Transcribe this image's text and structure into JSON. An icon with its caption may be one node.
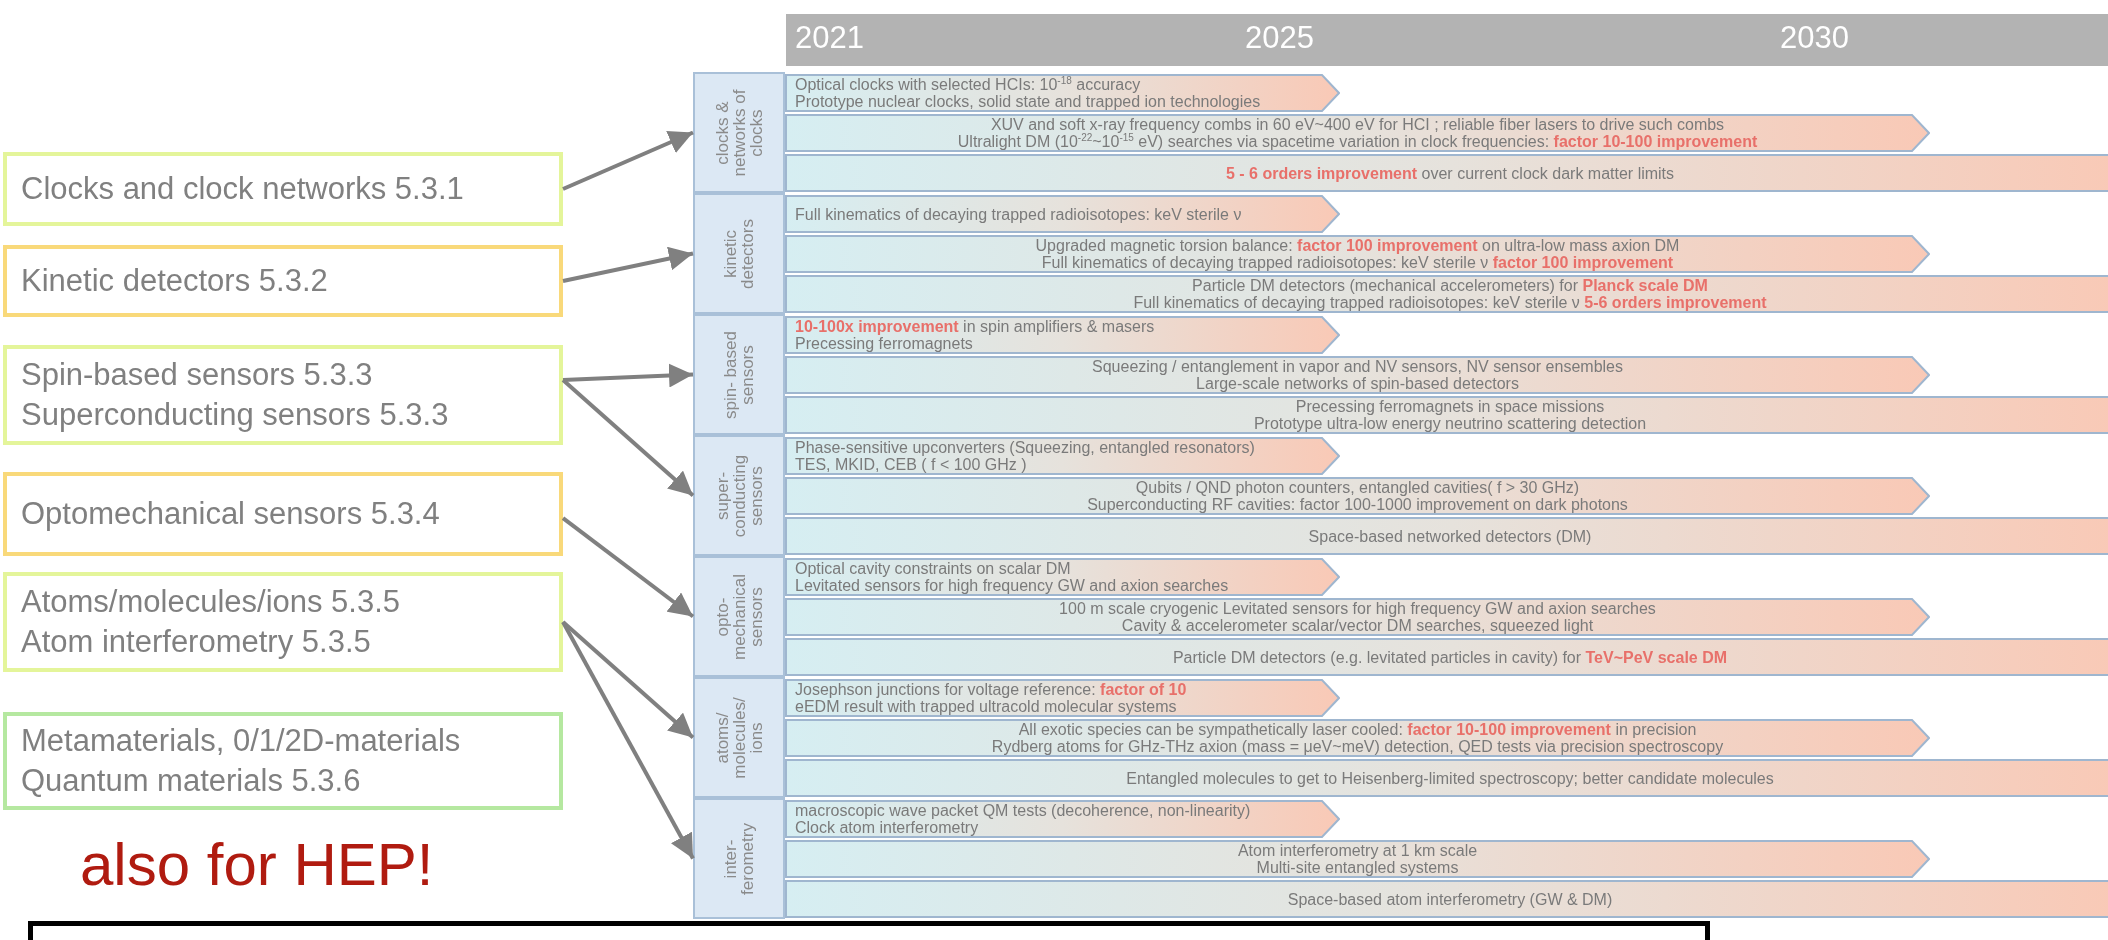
{
  "diagram": {
    "nodes": [
      {
        "text": [
          "Clocks and clock networks 5.3.1"
        ]
      },
      {
        "text": [
          "Kinetic detectors 5.3.2"
        ]
      },
      {
        "text": [
          "Spin-based sensors 5.3.3",
          "Superconducting sensors 5.3.3"
        ]
      },
      {
        "text": [
          "Optomechanical sensors 5.3.4"
        ]
      },
      {
        "text": [
          "Atoms/molecules/ions 5.3.5",
          "Atom interferometry 5.3.5"
        ]
      },
      {
        "text": [
          "Metamaterials, 0/1/2D-materials",
          "Quantum materials 5.3.6"
        ]
      },
      {
        "text": [
          "clocks & networks of clocks"
        ]
      },
      {
        "text": [
          "kinetic detectors"
        ]
      },
      {
        "text": [
          "spin- based sensors"
        ]
      },
      {
        "text": [
          "super- conducting sensors"
        ]
      },
      {
        "text": [
          "opto- mechanical sensors"
        ]
      },
      {
        "text": [
          "atoms/ molecules/ ions"
        ]
      },
      {
        "text": [
          "inter- ferometry"
        ]
      },
      {
        "text": [
          "Optical clocks with selected HCIs: 10$^{-18}$  accuracy",
          "Prototype nuclear clocks, solid state and trapped ion technologies"
        ]
      },
      {
        "text": [
          "XUV and soft x-ray frequency combs in 60 eV~400 eV for HCI ; reliable fiber lasers to drive such combs",
          "Ultralight DM (10$^{-22}$~10$^{-15}$ eV) searches via spacetime variation in clock frequencies:  **factor 10-100 improvement**"
        ]
      },
      {
        "text": [
          "**5 - 6 orders improvement** over current clock dark matter limits"
        ]
      },
      {
        "text": [
          "Full kinematics of decaying trapped radioisotopes: keV sterile ν"
        ]
      },
      {
        "text": [
          "Upgraded magnetic torsion balance:  **factor 100 improvement** on ultra-low mass axion DM",
          "Full kinematics of decaying trapped radioisotopes: keV sterile ν **factor 100 improvement**"
        ]
      },
      {
        "text": [
          "Particle DM detectors (mechanical accelerometers) for **Planck scale DM**",
          "Full kinematics of decaying trapped radioisotopes: keV sterile ν **5-6 orders improvement**"
        ]
      },
      {
        "text": [
          "**10-100x improvement** in spin amplifiers & masers",
          "Precessing ferromagnets"
        ]
      },
      {
        "text": [
          "Squeezing / entanglement in vapor and NV sensors,  NV sensor ensembles",
          "Large-scale networks of spin-based detectors"
        ]
      },
      {
        "text": [
          "Precessing ferromagnets in space missions",
          "Prototype ultra-low energy neutrino scattering detection"
        ]
      },
      {
        "text": [
          "Phase-sensitive upconverters (Squeezing, entangled resonators)",
          "TES, MKID, CEB ( f < 100 GHz )"
        ]
      },
      {
        "text": [
          "Qubits / QND photon counters, entangled cavities( f > 30 GHz)",
          "Superconducting RF cavities: factor 100-1000 improvement on dark photons"
        ]
      },
      {
        "text": [
          "Space-based networked detectors (DM)"
        ]
      },
      {
        "text": [
          "Optical cavity constraints on scalar DM",
          "Levitated sensors for high frequency GW and axion searches"
        ]
      },
      {
        "text": [
          "100 m scale cryogenic Levitated sensors for high frequency GW and axion searches",
          "Cavity & accelerometer scalar/vector DM searches, squeezed light"
        ]
      },
      {
        "text": [
          "Particle DM detectors (e.g. levitated particles in cavity) for **TeV~PeV scale DM**"
        ]
      },
      {
        "text": [
          "Josephson junctions for voltage reference: **factor of 10**",
          "eEDM result with trapped ultracold molecular systems"
        ]
      },
      {
        "text": [
          "All exotic species can be sympathetically laser cooled: **factor 10-100 improvement** in precision",
          "Rydberg atoms for GHz-THz axion (mass = μeV~meV) detection, QED tests via precision spectroscopy"
        ]
      },
      {
        "text": [
          "Entangled molecules to get to Heisenberg-limited spectroscopy; better candidate molecules"
        ]
      },
      {
        "text": [
          "macroscopic wave packet QM tests (decoherence, non-linearity)",
          "Clock atom interferometry"
        ]
      },
      {
        "text": [
          "Atom interferometry at 1 km scale",
          "Multi-site entangled systems"
        ]
      },
      {
        "text": [
          "Space-based atom interferometry (GW & DM)"
        ]
      }
    ],
    "edges": [
      {
        "from": 0,
        "to": 6,
        "arrow": "to"
      },
      {
        "from": 1,
        "to": 7,
        "arrow": "to"
      },
      {
        "from": 2,
        "to": 8,
        "arrow": "to"
      },
      {
        "from": 2,
        "to": 9,
        "arrow": "to"
      },
      {
        "from": 3,
        "to": 10,
        "arrow": "to"
      },
      {
        "from": 4,
        "to": 11,
        "arrow": "to"
      },
      {
        "from": 4,
        "to": 12,
        "arrow": "to"
      }
    ],
    "labels": [
      "2021",
      "2025",
      "2030",
      "also for HEP!"
    ]
  }
}
